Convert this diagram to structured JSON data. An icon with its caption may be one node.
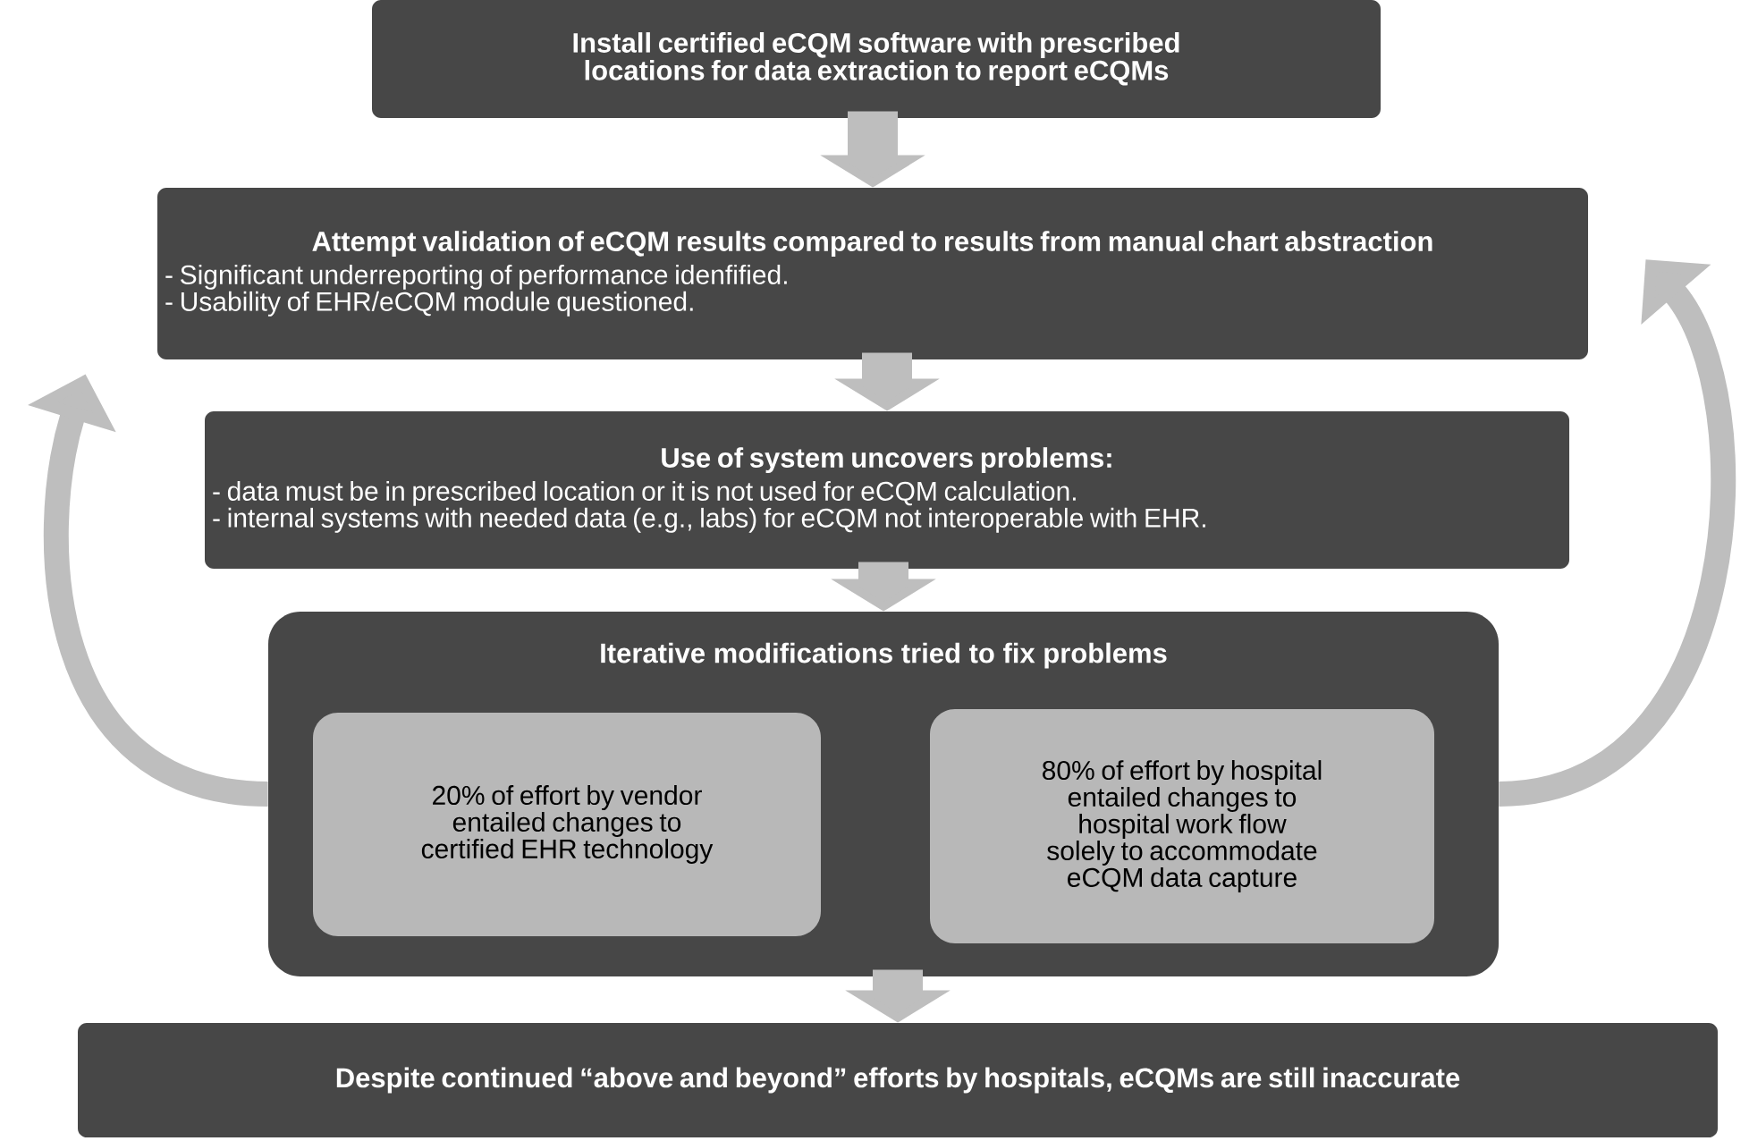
{
  "diagram": {
    "nodes": [
      {
        "text": [
          "Install certified eCQM software with prescribed locations for data extraction to report eCQMs"
        ]
      },
      {
        "text": [
          "Attempt validation of eCQM results compared to results from manual chart abstraction",
          "- Significant underreporting of performance idenfified.",
          "- Usability of EHR/eCQM module questioned."
        ]
      },
      {
        "text": [
          "Use of system uncovers problems:",
          "- data must be in prescribed location or it is not used for eCQM calculation.",
          "- internal systems with needed data (e.g., labs) for eCQM not interoperable with EHR."
        ]
      },
      {
        "text": [
          "Iterative modifications tried to fix problems"
        ]
      },
      {
        "text": [
          "20% of effort by vendor entailed changes to certified EHR technology"
        ],
        "in": 3
      },
      {
        "text": [
          "80% of effort by hospital entailed changes to hospital work flow solely to accommodate eCQM data capture"
        ],
        "in": 3
      },
      {
        "text": [
          "Despite continued “above and beyond” efforts by hospitals, eCQMs are still inaccurate"
        ]
      }
    ],
    "edges": [
      {
        "from": 0,
        "to": 1,
        "arrow": "to"
      },
      {
        "from": 1,
        "to": 2,
        "arrow": "to"
      },
      {
        "from": 2,
        "to": 3,
        "arrow": "to"
      },
      {
        "from": 3,
        "to": 6,
        "arrow": "to"
      },
      {
        "from": 3,
        "to": 1,
        "arrow": "to"
      },
      {
        "from": 3,
        "to": 1,
        "arrow": "to"
      }
    ]
  }
}
